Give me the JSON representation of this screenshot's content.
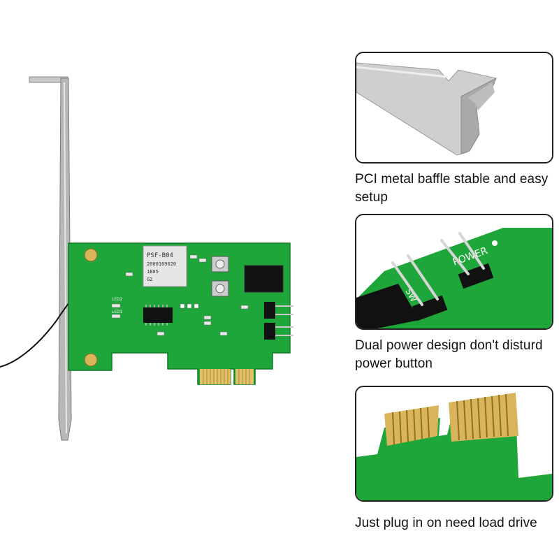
{
  "feature_panels": [
    {
      "caption": "PCI metal baffle stable and easy setup",
      "image": "pci-metal-bracket-closeup"
    },
    {
      "caption": "Dual power design don't disturd power button",
      "image": "dual-power-header-pins-closeup"
    },
    {
      "caption": "Just plug in on need load drive",
      "image": "pcie-gold-finger-connector-closeup"
    }
  ],
  "board_markings": {
    "module_label": "PSF-B04",
    "module_line2": "2000109620",
    "module_line3": "1B05",
    "module_line4": "G2",
    "led2": "LED2",
    "led1": "LED1",
    "power_silk": "POWER",
    "sw_silk": "SW"
  },
  "colors": {
    "pcb_green": "#1fa63a",
    "gold": "#d9b45a",
    "bracket": "#b8b8b8"
  }
}
